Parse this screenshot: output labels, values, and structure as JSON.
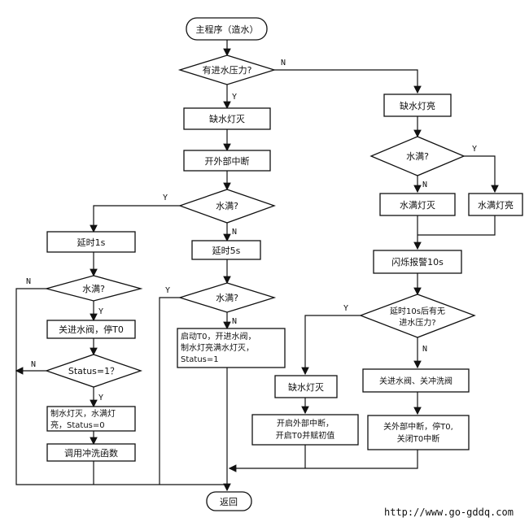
{
  "title": "主程序（造水）",
  "nodes": {
    "d_pressure": "有进水压力?",
    "lack_off": "缺水灯灭",
    "ext_int_on": "开外部中断",
    "d_full_main": "水满?",
    "delay_1s": "延时1s",
    "delay_5s": "延时5s",
    "d_full_left": "水满?",
    "close_inlet": "关进水阀，停T0",
    "d_status": "Status=1？",
    "make_off_l1": "制水灯灭，水满灯",
    "make_off_l2": "亮，Status=0",
    "call_flush": "调用冲洗函数",
    "d_full_mid": "水满?",
    "start_l1": "启动T0，开进水阀，",
    "start_l2": "制水灯亮满水灯灭，",
    "start_l3": "Status=1",
    "lack_on": "缺水灯亮",
    "d_full_right": "水满?",
    "full_off": "水满灯灭",
    "full_on": "水满灯亮",
    "blink": "闪烁报警10s",
    "d_delay_l1": "延时10s后有无",
    "d_delay_l2": "进水压力?",
    "lack_off2": "缺水灯灭",
    "close_both": "关进水阀、关冲洗阀",
    "open_ext_l1": "开启外部中断，",
    "open_ext_l2": "开启T0并赋初值",
    "close_ext_l1": "关外部中断，停T0,",
    "close_ext_l2": "关闭T0中断",
    "return": "返回"
  },
  "labels": {
    "yes": "Y",
    "no": "N"
  },
  "watermark": "http://www.go-gddq.com"
}
